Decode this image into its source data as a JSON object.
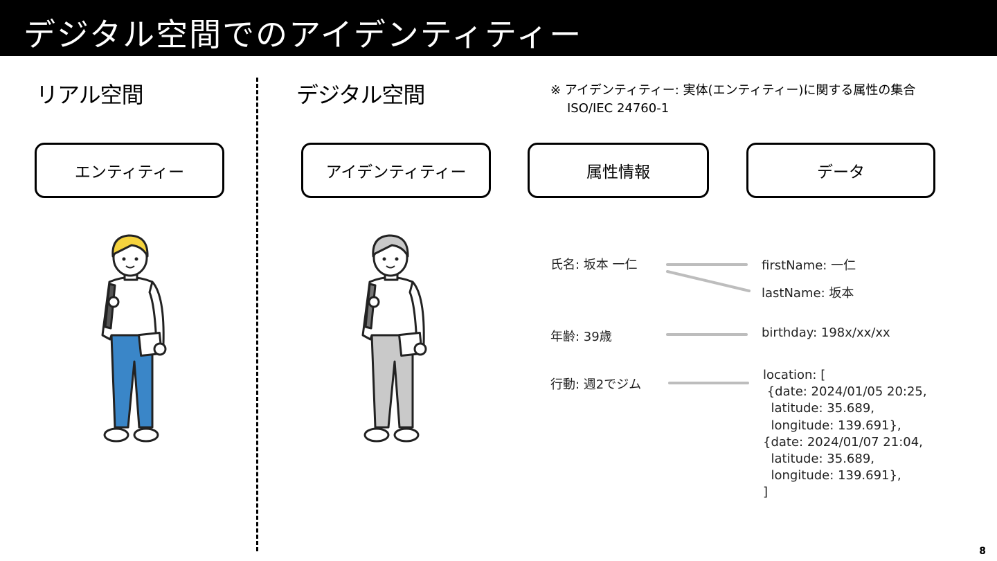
{
  "header": {
    "title": "デジタル空間でのアイデンティティー"
  },
  "sections": {
    "real": "リアル空間",
    "digital": "デジタル空間"
  },
  "note": {
    "line1": "※ アイデンティティー: 実体(エンティティー)に関する属性の集合",
    "line2": "ISO/IEC 24760-1"
  },
  "boxes": {
    "entity": "エンティティー",
    "identity": "アイデンティティー",
    "attributes": "属性情報",
    "data": "データ"
  },
  "attributes": {
    "name": "氏名: 坂本 一仁",
    "age": "年齢: 39歳",
    "behavior": "行動: 週2でジム"
  },
  "data_items": {
    "first_name": "firstName: 一仁",
    "last_name": "lastName: 坂本",
    "birthday": "birthday: 198x/xx/xx",
    "location": "location: [\n {date: 2024/01/05 20:25,\n  latitude: 35.689,\n  longitude: 139.691},\n{date: 2024/01/07 21:04,\n  latitude: 35.689,\n  longitude: 139.691},\n]"
  },
  "page_number": "8",
  "colors": {
    "title_bar": "#000000",
    "hair_real": "#f5d33e",
    "pants_real": "#3a86c8",
    "hair_digital": "#c9c9c9",
    "pants_digital": "#c9c9c9",
    "connector": "#bdbdbd"
  },
  "icons": {
    "real_person": "person-with-backpack-illustration",
    "digital_person": "gray-person-with-backpack-illustration"
  }
}
